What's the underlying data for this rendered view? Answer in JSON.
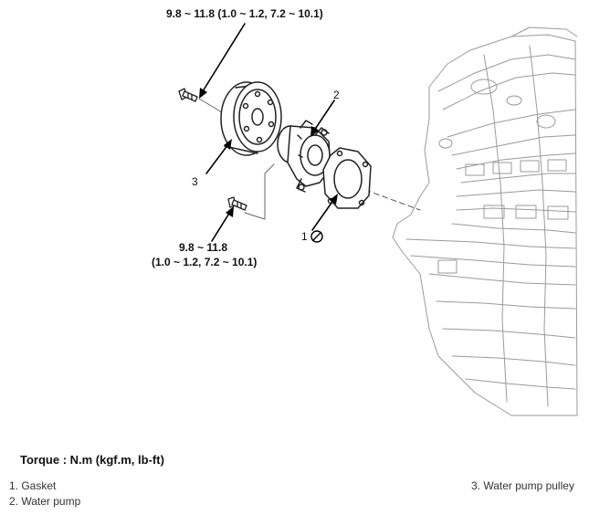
{
  "diagram": {
    "torque_top": "9.8 ~ 11.8 (1.0 ~ 1.2, 7.2 ~ 10.1)",
    "torque_bottom_line1": "9.8 ~ 11.8",
    "torque_bottom_line2": "(1.0 ~ 1.2, 7.2 ~ 10.1)",
    "callout_1": "1",
    "callout_2": "2",
    "callout_3": "3",
    "icons": [
      "do-not-reuse-icon"
    ]
  },
  "legend": {
    "title": "Torque : N.m (kgf.m, lb-ft)",
    "items": [
      "1. Gasket",
      "2. Water pump",
      "3. Water pump pulley"
    ]
  }
}
